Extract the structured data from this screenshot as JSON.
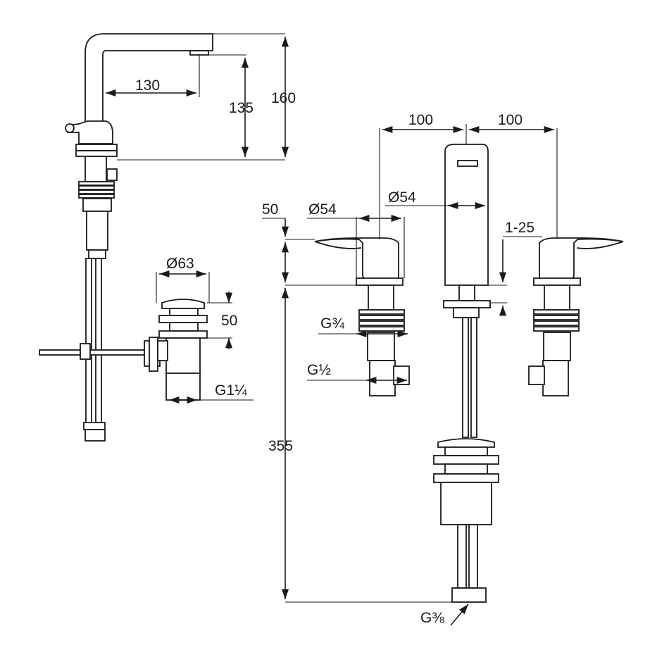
{
  "labels": {
    "spout_reach": "130",
    "spout_height": "135",
    "total_height": "160",
    "waste_diameter": "Ø63",
    "waste_height": "50",
    "waste_thread": "G1¼",
    "spacing_left": "100",
    "spacing_right": "100",
    "handle_height": "50",
    "handle_diameter": "Ø54",
    "spout_diameter": "Ø54",
    "deck_range": "1-25",
    "valve_thread_top": "G¾",
    "valve_thread_bottom": "G½",
    "overall_length": "355",
    "hose_thread": "G⅜"
  }
}
